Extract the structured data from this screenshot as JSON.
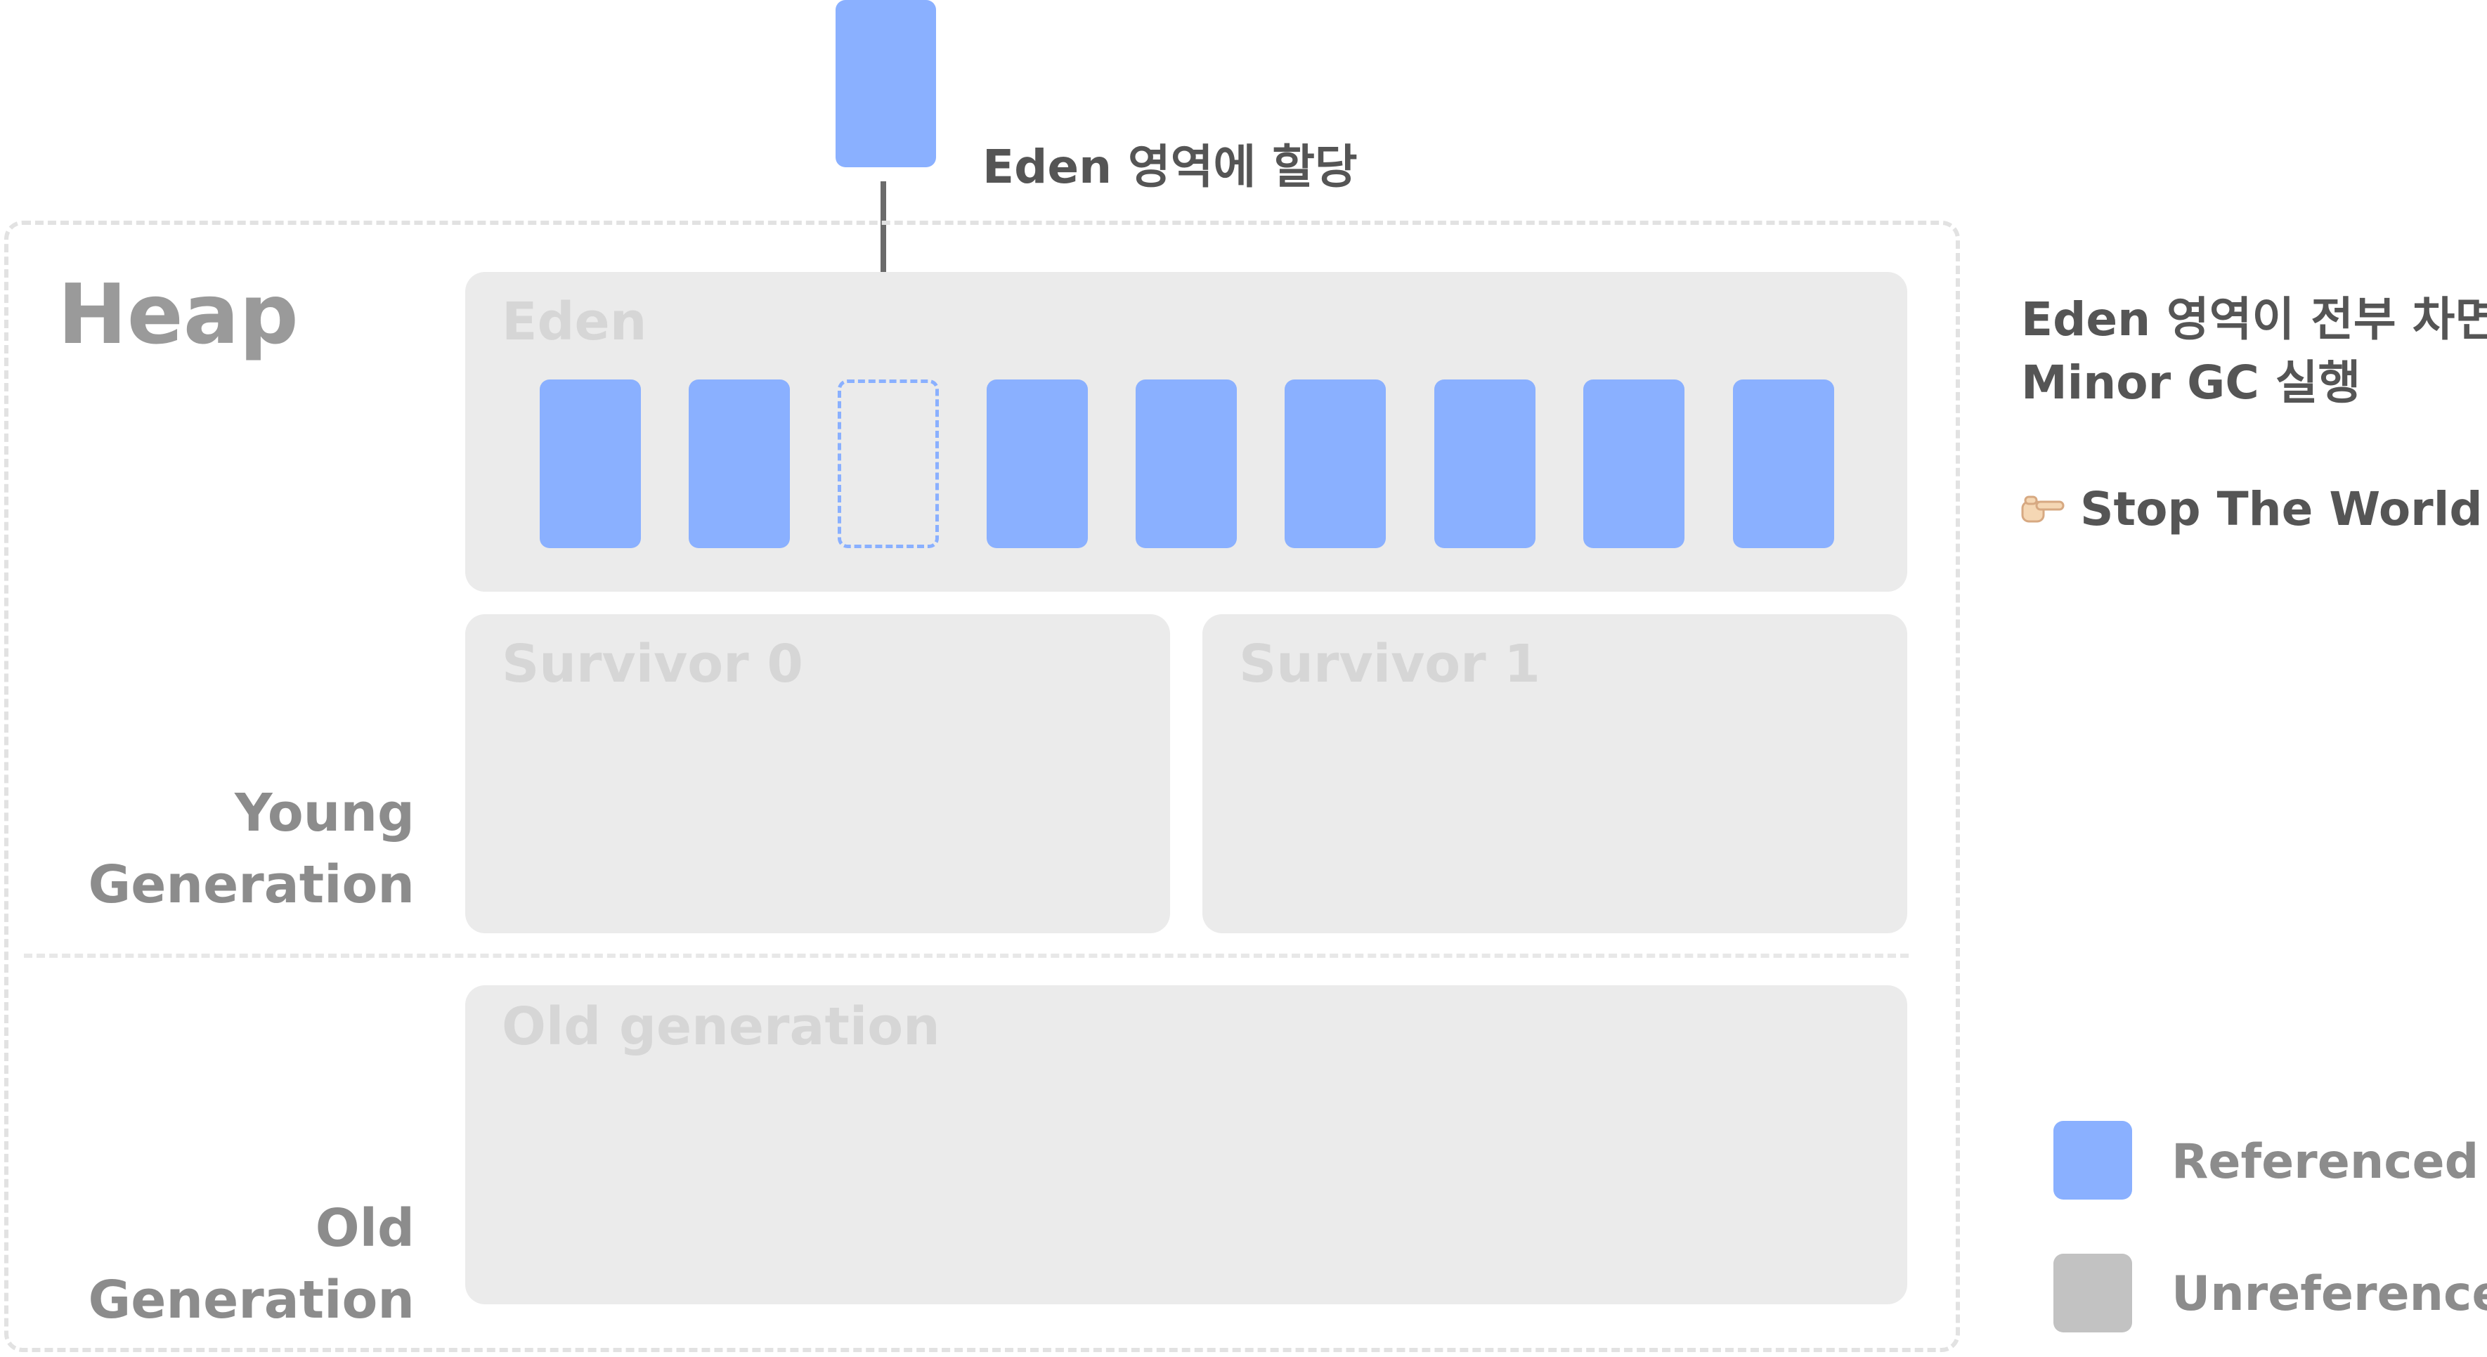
{
  "heap": {
    "title": "Heap"
  },
  "young_generation": {
    "label_line1": "Young",
    "label_line2": "Generation"
  },
  "old_generation": {
    "label_line1": "Old",
    "label_line2": "Generation"
  },
  "regions": {
    "eden": "Eden",
    "survivor0": "Survivor 0",
    "survivor1": "Survivor 1",
    "old": "Old generation"
  },
  "eden_objects": [
    {
      "state": "referenced"
    },
    {
      "state": "referenced"
    },
    {
      "state": "empty-slot"
    },
    {
      "state": "referenced"
    },
    {
      "state": "referenced"
    },
    {
      "state": "referenced"
    },
    {
      "state": "referenced"
    },
    {
      "state": "referenced"
    },
    {
      "state": "referenced"
    }
  ],
  "allocation": {
    "label": "Eden 영역에 할당"
  },
  "note": {
    "line1": "Eden 영역이 전부 차면",
    "line2": "Minor GC 실행",
    "stop_the_world": "Stop The World"
  },
  "legend": {
    "referenced": {
      "label": "Referenced",
      "color": "#8ab0ff"
    },
    "unreferenced": {
      "label": "Unreferenced",
      "color": "#c2c2c2"
    }
  },
  "colors": {
    "object": "#8ab0ff",
    "region": "#ebebeb",
    "arrow": "#6b6b6b"
  }
}
